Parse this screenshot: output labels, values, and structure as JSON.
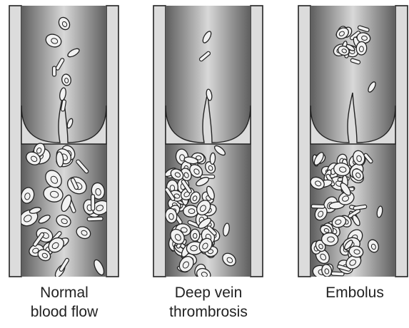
{
  "panels": [
    {
      "id": "normal",
      "label": "Normal\nblood flow"
    },
    {
      "id": "dvt",
      "label": "Deep vein\nthrombrosis"
    },
    {
      "id": "embolus",
      "label": "Embolus"
    }
  ],
  "colors": {
    "vessel_wall": "#dcdcdc",
    "vessel_edge": "#222222",
    "lumen_dark": "#5a5a5a",
    "lumen_light": "#d6d6d6",
    "cell_fill": "#f2f2f2"
  }
}
